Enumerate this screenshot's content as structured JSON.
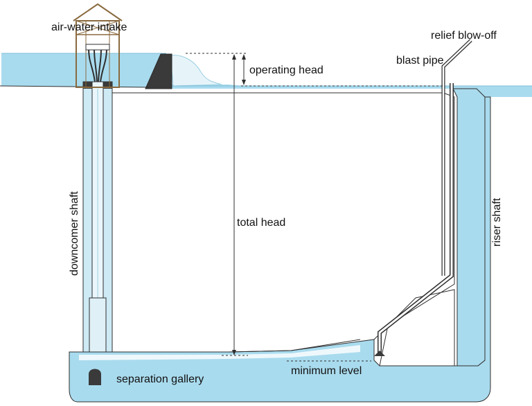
{
  "labels": {
    "air_water_intake": "air-water intake",
    "relief_blow_off": "relief blow-off",
    "blast_pipe": "blast pipe",
    "operating_head": "operating head",
    "total_head": "total head",
    "downcomer_shaft": "downcomer shaft",
    "riser_shaft": "riser shaft",
    "separation_gallery": "separation gallery",
    "minimum_level": "minimum level"
  },
  "colors": {
    "water": "#a9dbee",
    "water_light": "#cdeaf5",
    "outline": "#2f2f2f",
    "dam": "#3a3a3a",
    "wood": "#8a6a3f",
    "background": "#ffffff"
  }
}
